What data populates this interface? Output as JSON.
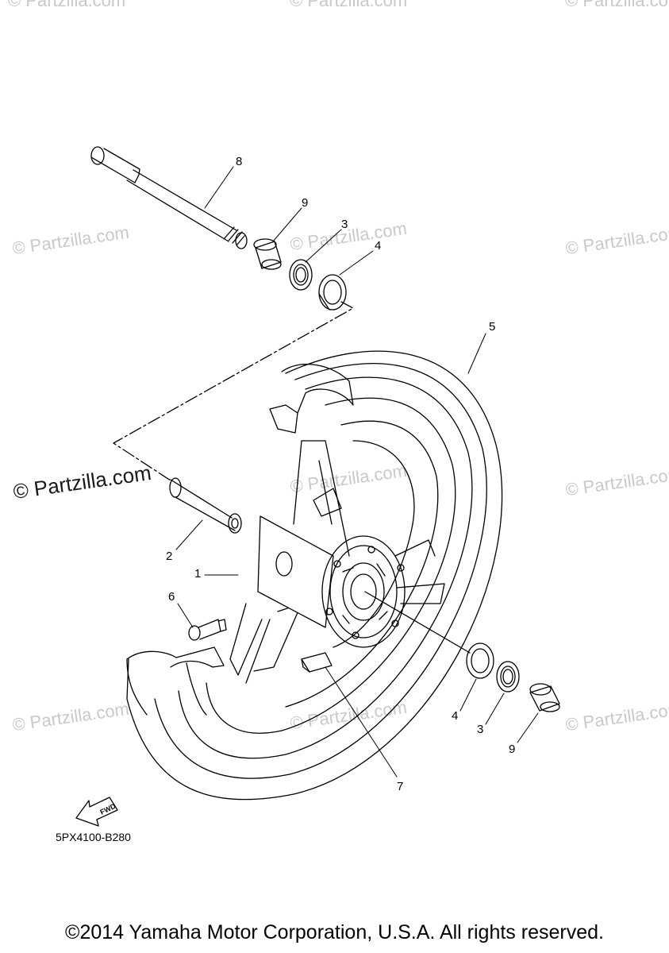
{
  "watermarks": {
    "top_left": "© Partzilla.com",
    "top_mid": "© Partzilla.com",
    "top_right": "© Partzilla.com",
    "row2_left": "© Partzilla.com",
    "row2_mid": "© Partzilla.com",
    "row2_right": "© Partzilla.com",
    "main_left": "© Partzilla.com",
    "row3_mid": "© Partzilla.com",
    "row3_right": "© Partzilla.com",
    "row4_left": "© Partzilla.com",
    "row4_mid": "© Partzilla.com",
    "row4_right": "© Partzilla.com"
  },
  "callouts": {
    "c8": "8",
    "c9_top": "9",
    "c3_top": "3",
    "c4_top": "4",
    "c5": "5",
    "c2": "2",
    "c1": "1",
    "c6": "6",
    "c7": "7",
    "c4_bottom": "4",
    "c3_bottom": "3",
    "c9_bottom": "9"
  },
  "fwd_arrow_label": "FWD",
  "diagram_code": "5PX4100-B280",
  "copyright": "©2014 Yamaha Motor Corporation, U.S.A. All rights reserved."
}
